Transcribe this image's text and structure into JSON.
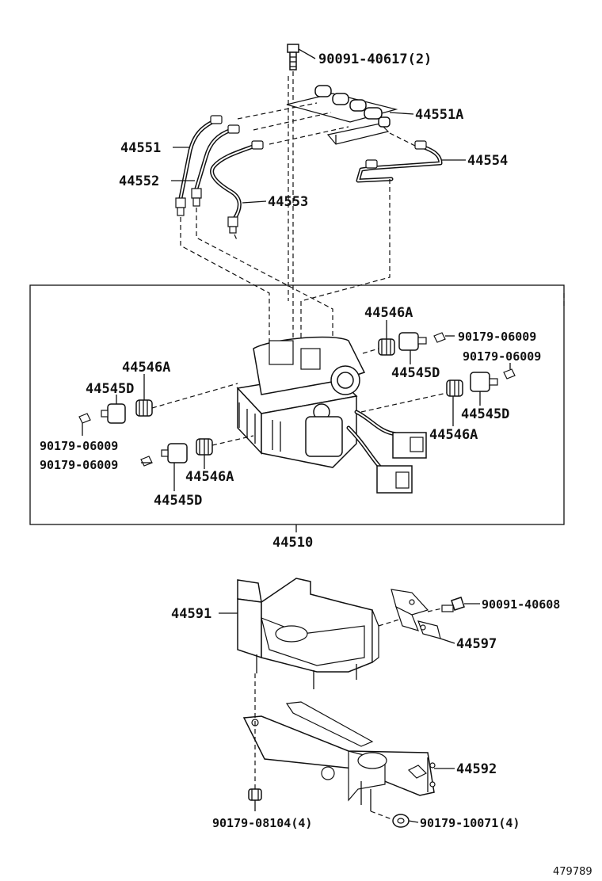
{
  "labels": {
    "bolt_top": "90091-40617(2)",
    "p44551A": "44551A",
    "p44551": "44551",
    "p44554": "44554",
    "p44552": "44552",
    "p44553": "44553",
    "p44546A_1": "44546A",
    "p90179_06009_1": "90179-06009",
    "p90179_06009_2": "90179-06009",
    "p44545D_1": "44545D",
    "p44546A_2": "44546A",
    "p44545D_2": "44545D",
    "p90179_06009_3": "90179-06009",
    "p90179_06009_4": "90179-06009",
    "p44545D_3": "44545D",
    "p44546A_3": "44546A",
    "p44546A_4": "44546A",
    "p44545D_4": "44545D",
    "p44510": "44510",
    "p44591": "44591",
    "p90091_40608": "90091-40608",
    "p44597": "44597",
    "p44592": "44592",
    "p90179_08104": "90179-08104(4)",
    "p90179_10071": "90179-10071(4)",
    "figure_no": "479789"
  }
}
